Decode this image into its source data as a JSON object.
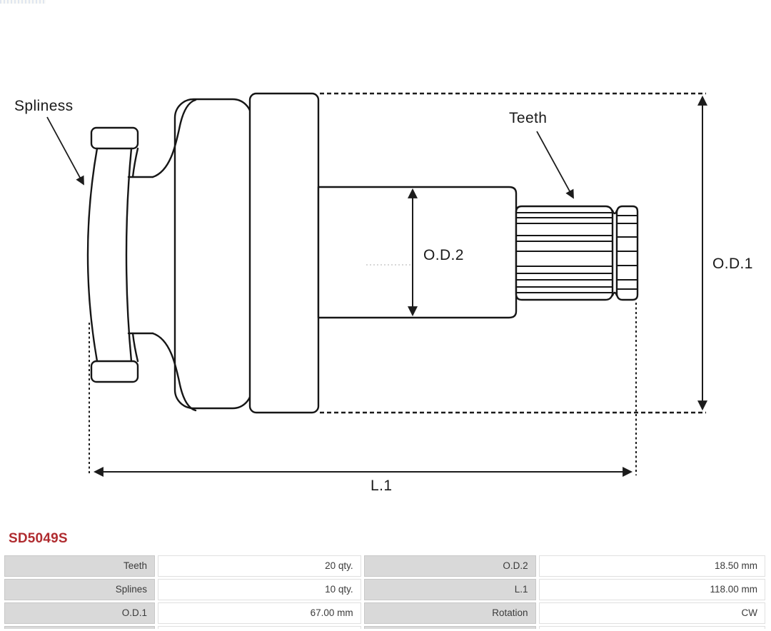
{
  "part": {
    "number": "SD5049S",
    "accent_color": "#b02c30"
  },
  "diagram": {
    "type": "technical-drawing-starter-drive",
    "stroke_color": "#161616",
    "labels": {
      "spliness": "Spliness",
      "teeth": "Teeth",
      "od2": "O.D.2",
      "od1": "O.D.1",
      "l1": "L.1"
    }
  },
  "spec_table": {
    "rows": [
      [
        {
          "label": "Teeth",
          "value": "20 qty."
        },
        {
          "label": "O.D.2",
          "value": "18.50 mm"
        }
      ],
      [
        {
          "label": "Splines",
          "value": "10 qty."
        },
        {
          "label": "L.1",
          "value": "118.00 mm"
        }
      ],
      [
        {
          "label": "O.D.1",
          "value": "67.00 mm"
        },
        {
          "label": "Rotation",
          "value": "CW"
        }
      ]
    ]
  }
}
